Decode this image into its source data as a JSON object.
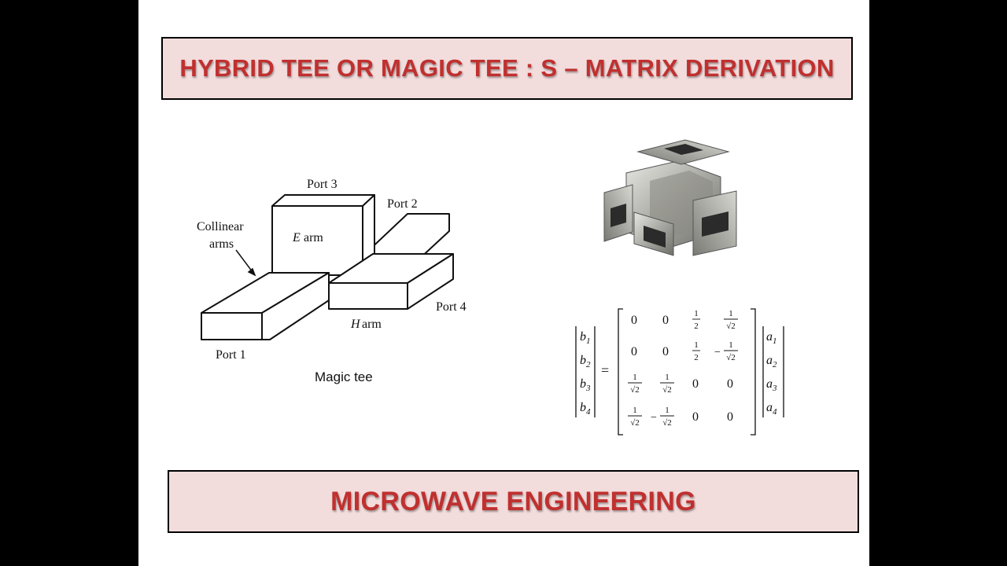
{
  "title": "HYBRID TEE OR MAGIC TEE : S – MATRIX DERIVATION",
  "footer": "MICROWAVE ENGINEERING",
  "diagram": {
    "port3": "Port 3",
    "port2": "Port 2",
    "port4": "Port 4",
    "port1": "Port 1",
    "e_arm_letter": "E",
    "e_arm_word": "arm",
    "h_arm_letter": "H",
    "h_arm_word": "arm",
    "collinear_line1": "Collinear",
    "collinear_line2": "arms",
    "caption": "Magic tee"
  },
  "matrix": {
    "lhs": [
      "b",
      "b",
      "b",
      "b"
    ],
    "rhs": [
      "a",
      "a",
      "a",
      "a"
    ],
    "subscripts": [
      "1",
      "2",
      "3",
      "4"
    ],
    "equals": "=",
    "zero": "0",
    "half_num": "1",
    "half_den": "2",
    "sqrt_den": "√2",
    "minus": "−"
  }
}
